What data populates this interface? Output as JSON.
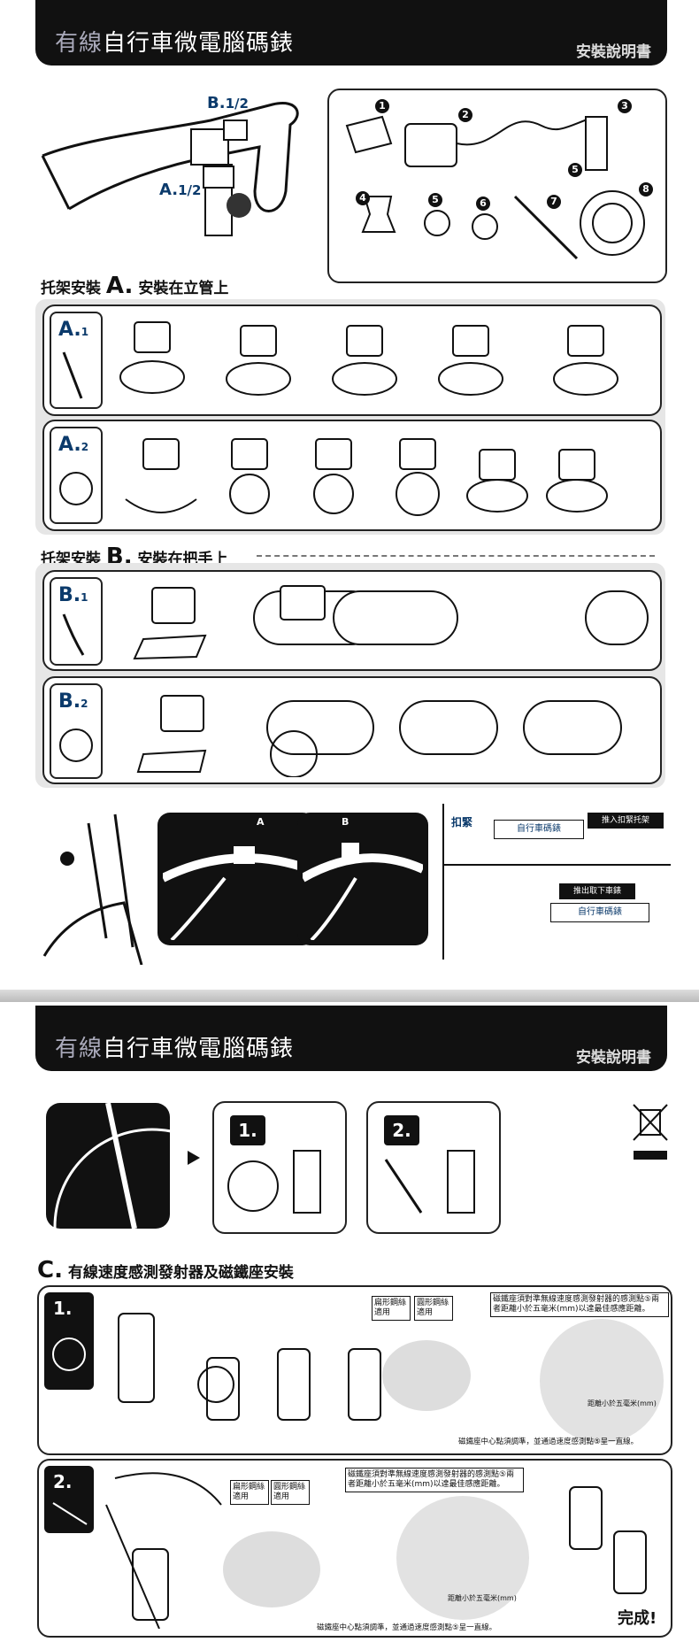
{
  "header": {
    "title_prefix": "有線",
    "title_main": "自行車微電腦碼錶",
    "subtitle": "安裝說明書"
  },
  "top_labels": {
    "b_label": "B.",
    "b_sub": "1/2",
    "a_label": "A.",
    "a_sub": "1/2"
  },
  "parts": [
    "1",
    "2",
    "3",
    "4",
    "5",
    "6",
    "7",
    "8",
    "5"
  ],
  "section_a": {
    "prefix": "托架安裝",
    "letter": "A.",
    "title": "安裝在立管上"
  },
  "row_a1": {
    "letter": "A.",
    "num": "1"
  },
  "row_a2": {
    "letter": "A.",
    "num": "2"
  },
  "section_b": {
    "prefix": "托架安裝",
    "letter": "B.",
    "title": "安裝在把手上"
  },
  "row_b1": {
    "letter": "B.",
    "num": "1"
  },
  "row_b2": {
    "letter": "B.",
    "num": "2"
  },
  "mount_views": {
    "a": "A",
    "b": "B"
  },
  "lock_panel": {
    "lock": "扣緊",
    "push": "推入扣緊托架",
    "pull": "推出取下車錶",
    "device": "自行車碼錶"
  },
  "page2_steps": {
    "s1": "1.",
    "s2": "2."
  },
  "section_c": {
    "letter": "C.",
    "title": "有線速度感測發射器及磁鐵座安裝"
  },
  "c1": {
    "badge": "1.",
    "flat": "扁形鋼絲適用",
    "round": "圓形鋼絲適用",
    "note": "磁鐵座須對準無線速度感測發射器的感測點⑤兩者距離小於五毫米(mm)以達最佳感應距離。",
    "dist": "距離小於五毫米(mm)",
    "align": "磁鐵座中心點須調準，並通過速度感測點⑤呈一直線。"
  },
  "c2": {
    "badge": "2.",
    "flat": "扁形鋼絲適用",
    "round": "圓形鋼絲適用",
    "note": "磁鐵座須對準無線速度感測發射器的感測點⑤兩者距離小於五毫米(mm)以達最佳感應距離。",
    "dist": "距離小於五毫米(mm)",
    "align": "磁鐵座中心點須調準，並通過速度感測點⑤呈一直線。",
    "done": "完成!"
  }
}
